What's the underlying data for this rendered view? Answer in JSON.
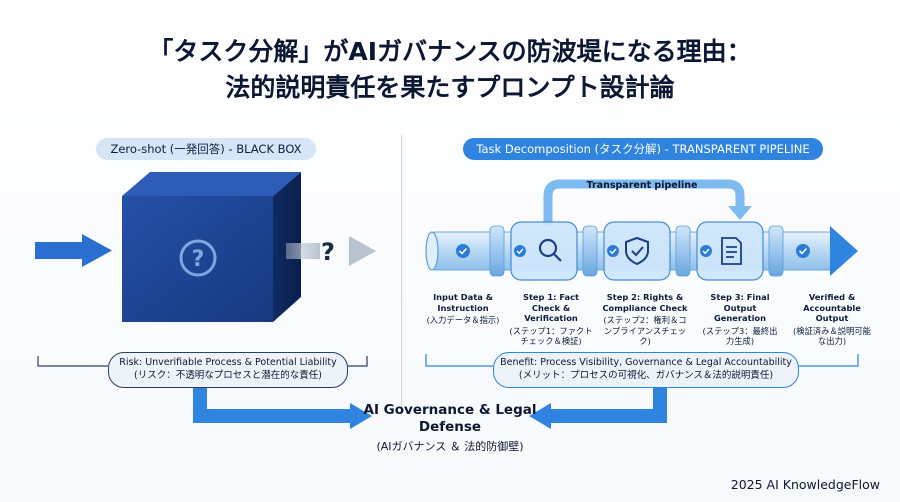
{
  "title": {
    "line1": "「タスク分解」がAIガバナンスの防波堤になる理由：",
    "line2": "法的説明責任を果たすプロンプト設計論"
  },
  "left_panel": {
    "label": "Zero-shot (一発回答) - BLACK BOX",
    "output_mark": "?",
    "risk": {
      "en": "Risk: Unverifiable Process & Potential Liability",
      "ja": "(リスク：不透明なプロセスと潜在的な責任)"
    }
  },
  "right_panel": {
    "label": "Task Decomposition (タスク分解) - TRANSPARENT PIPELINE",
    "pipeline_label": "Transparent pipeline",
    "steps": [
      {
        "en": "Input Data & Instruction",
        "ja": "(入力データ＆指示)"
      },
      {
        "en": "Step 1: Fact Check & Verification",
        "ja": "(ステップ1：ファクトチェック＆検証)"
      },
      {
        "en": "Step 2: Rights & Compliance Check",
        "ja": "(ステップ2：権利＆コンプライアンスチェック)"
      },
      {
        "en": "Step 3: Final Output Generation",
        "ja": "(ステップ3：最終出力生成)"
      },
      {
        "en": "Verified & Accountable Output",
        "ja": "(検証済み＆説明可能な出力)"
      }
    ],
    "benefit": {
      "en": "Benefit: Process Visibility, Governance & Legal Accountability",
      "ja": "(メリット：プロセスの可視化、ガバナンス＆法的説明責任)"
    }
  },
  "governance": {
    "en": "AI Governance & Legal Defense",
    "ja": "(AIガバナンス ＆ 法的防御壁)"
  },
  "footer": "2025 AI KnowledgeFlow",
  "colors": {
    "accent": "#2f84e0",
    "box_dark": "#1b3f86",
    "navy": "#0c1733",
    "pipe": "#bcdcf6",
    "check": "#2a7bd8"
  },
  "icons": [
    "question-mark-icon",
    "magnifier-icon",
    "shield-check-icon",
    "document-icon",
    "check-icon",
    "arrow-right-icon"
  ]
}
